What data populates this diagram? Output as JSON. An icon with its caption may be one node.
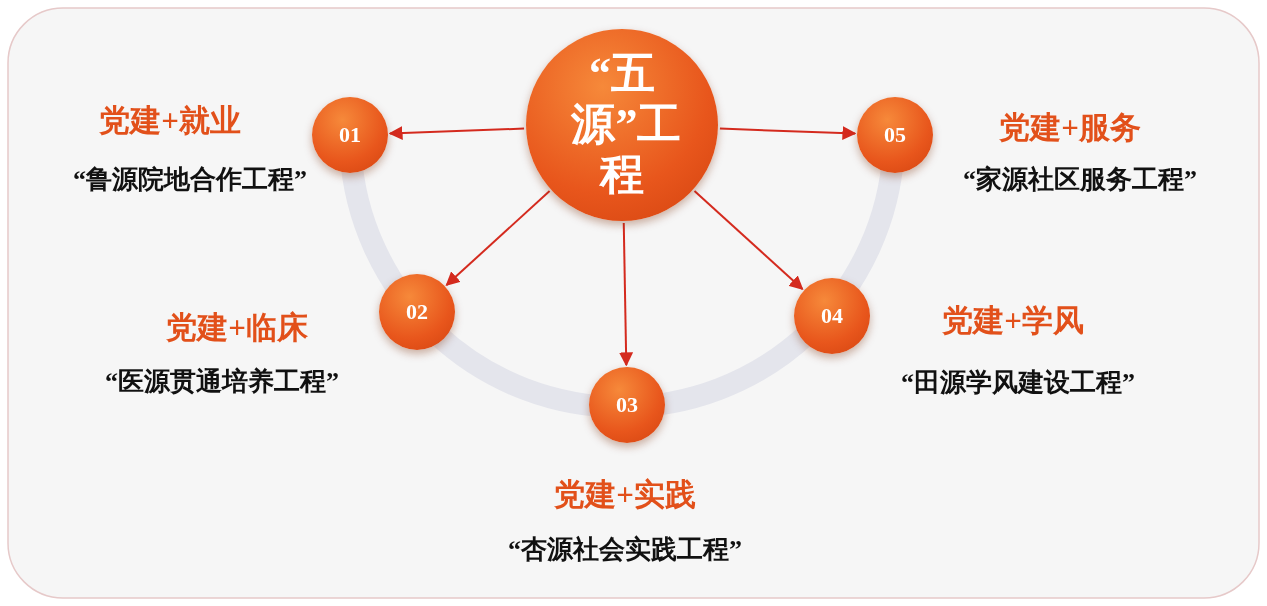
{
  "diagram": {
    "nodes": [
      {
        "text": [
          "“五源”工程"
        ]
      },
      {
        "text": [
          "01"
        ],
        "beside": [
          "党建+就业",
          "“鲁源院地合作工程”"
        ]
      },
      {
        "text": [
          "02"
        ],
        "beside": [
          "党建+临床",
          "“医源贯通培养工程”"
        ]
      },
      {
        "text": [
          "03"
        ],
        "beside": [
          "党建+实践",
          "“杏源社会实践工程”"
        ]
      },
      {
        "text": [
          "04"
        ],
        "beside": [
          "党建+学风",
          "“田源学风建设工程”"
        ]
      },
      {
        "text": [
          "05"
        ],
        "beside": [
          "党建+服务",
          "“家源社区服务工程”"
        ]
      }
    ],
    "edges": [
      {
        "from": 0,
        "to": 1,
        "arrow": "to"
      },
      {
        "from": 0,
        "to": 2,
        "arrow": "to"
      },
      {
        "from": 0,
        "to": 3,
        "arrow": "to"
      },
      {
        "from": 0,
        "to": 4,
        "arrow": "to"
      },
      {
        "from": 0,
        "to": 5,
        "arrow": "to"
      }
    ]
  }
}
